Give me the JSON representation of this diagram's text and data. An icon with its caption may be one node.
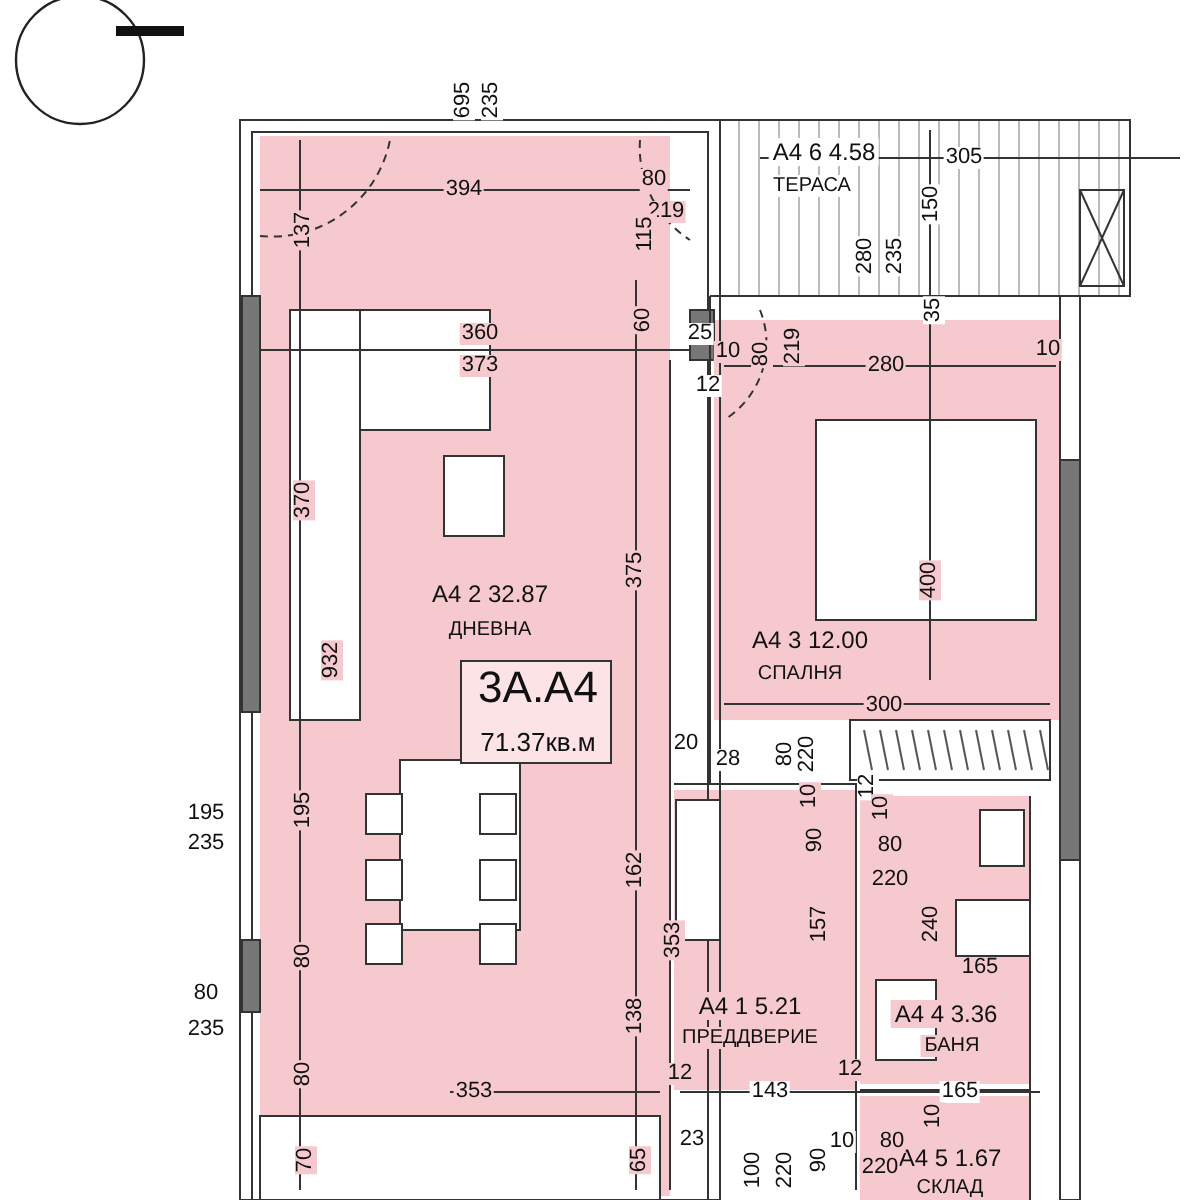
{
  "diagram": {
    "nodes": [
      {
        "text": [
          "A4 2 32.87",
          "ДНЕВНА"
        ]
      },
      {
        "text": [
          "3А.А4",
          "71.37кв.м"
        ],
        "in": 0
      },
      {
        "text": [
          "A4 6 4.58",
          "ТЕРАСА"
        ]
      },
      {
        "text": [
          "A4 3 12.00",
          "СПАЛНЯ"
        ]
      },
      {
        "text": [
          "A4 1 5.21",
          "ПРЕДДВЕРИЕ"
        ]
      },
      {
        "text": [
          "A4 4 3.36",
          "БАНЯ"
        ]
      },
      {
        "text": [
          "A4 5 1.67",
          "СКЛАД"
        ]
      }
    ],
    "edges": [],
    "labels": [
      "695",
      "235",
      "394",
      "80",
      "219",
      "305",
      "137",
      "115",
      "150",
      "280",
      "235",
      "35",
      "360",
      "60",
      "25",
      "373",
      "10",
      "80",
      "219",
      "280",
      "10",
      "12",
      "370",
      "375",
      "400",
      "932",
      "300",
      "20",
      "28",
      "80",
      "220",
      "195",
      "235",
      "195",
      "10",
      "12",
      "10",
      "162",
      "90",
      "80",
      "220",
      "353",
      "157",
      "240",
      "80",
      "165",
      "80",
      "235",
      "138",
      "12",
      "80",
      "12",
      "353",
      "143",
      "165",
      "10",
      "23",
      "10",
      "80",
      "70",
      "65",
      "90",
      "100",
      "220",
      "220"
    ]
  }
}
